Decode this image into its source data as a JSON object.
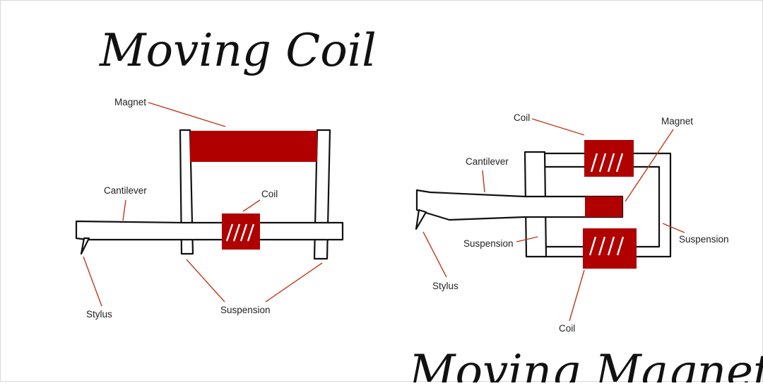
{
  "moving_coil": {
    "title": "Moving Coil",
    "labels": {
      "magnet": "Magnet",
      "cantilever": "Cantilever",
      "coil": "Coil",
      "stylus": "Stylus",
      "suspension": "Suspension"
    }
  },
  "moving_magnet": {
    "title": "Moving Magnet",
    "labels": {
      "coil_top": "Coil",
      "magnet": "Magnet",
      "cantilever": "Cantilever",
      "suspension_left": "Suspension",
      "suspension_right": "Suspension",
      "stylus": "Stylus",
      "coil_bottom": "Coil"
    }
  },
  "colors": {
    "accent_red": "#b00000",
    "leader_line": "#c0391b",
    "outline": "#111111"
  }
}
